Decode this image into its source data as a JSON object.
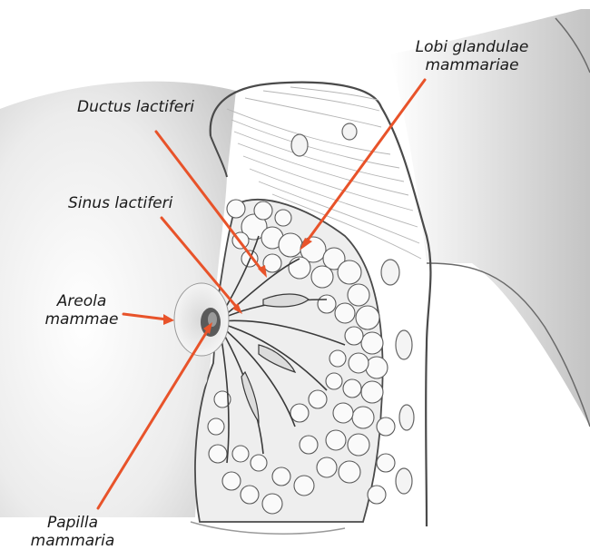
{
  "labels": {
    "lobi_line1": "Lobi glandulae",
    "lobi_line2": "mammariae",
    "ductus": "Ductus lactiferi",
    "sinus": "Sinus lactiferi",
    "areola_line1": "Areola",
    "areola_line2": "mammae",
    "papilla_line1": "Papilla",
    "papilla_line2": "mammaria"
  },
  "colors": {
    "leader_line": "#e8532a",
    "outline": "#4a4a4a",
    "lobule_fill": "#f2f2f2"
  }
}
